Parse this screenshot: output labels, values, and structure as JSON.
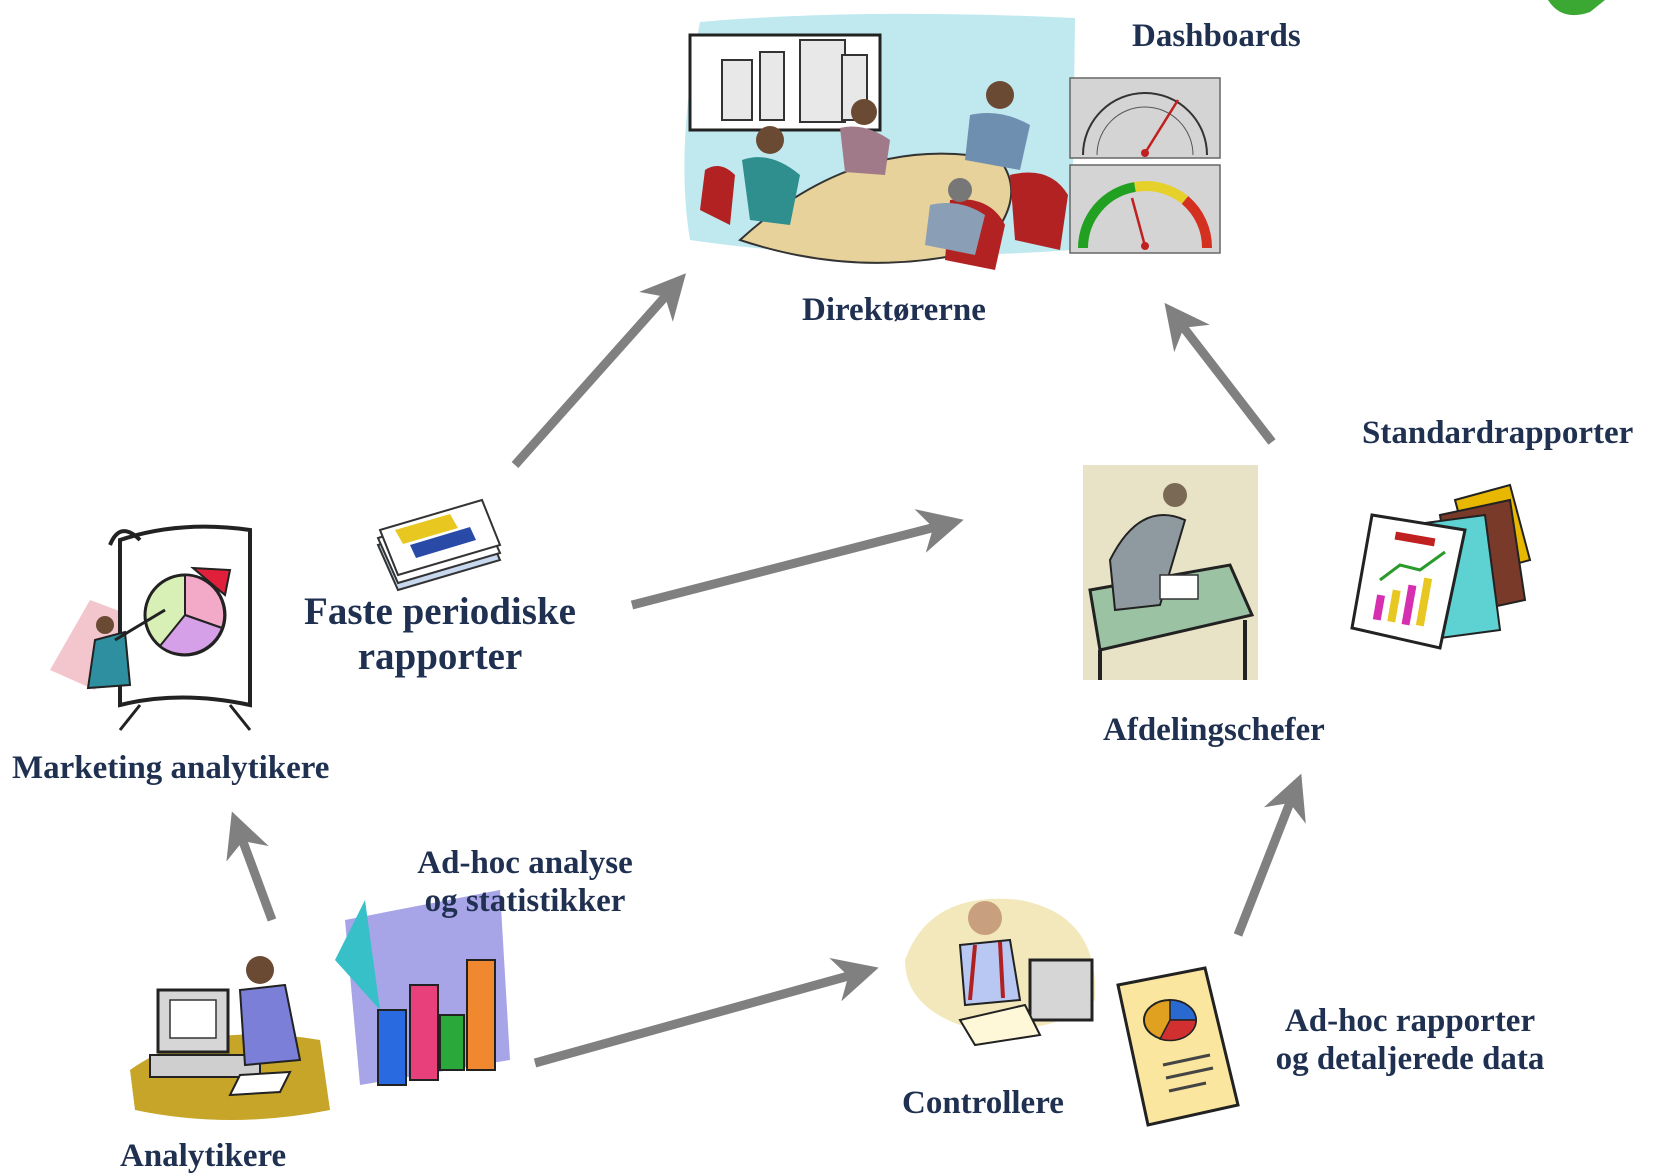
{
  "labels": {
    "dashboards": "Dashboards",
    "direktorerne": "Direktørerne",
    "standardrapporter": "Standardrapporter",
    "faste_line1": "Faste periodiske",
    "faste_line2": "rapporter",
    "afdelingschefer": "Afdelingschefer",
    "marketing": "Marketing analytikere",
    "adhoc_analyse_line1": "Ad-hoc analyse",
    "adhoc_analyse_line2": "og statistikker",
    "controllere": "Controllere",
    "adhoc_rapporter_line1": "Ad-hoc rapporter",
    "adhoc_rapporter_line2": "og detaljerede data",
    "analytikere": "Analytikere"
  },
  "colors": {
    "label": "#1f3050",
    "arrow": "#808080"
  },
  "icons": [
    "meeting-room-clipart",
    "needle-gauge-icon",
    "needle-gauge-color-icon",
    "desk-worker-clipart",
    "report-documents-icon",
    "presentation-easel-clipart",
    "paper-stack-icon",
    "computer-analyst-clipart",
    "bar-chart-3d-icon",
    "controller-desk-clipart",
    "pie-document-icon",
    "green-leaf-logo"
  ]
}
